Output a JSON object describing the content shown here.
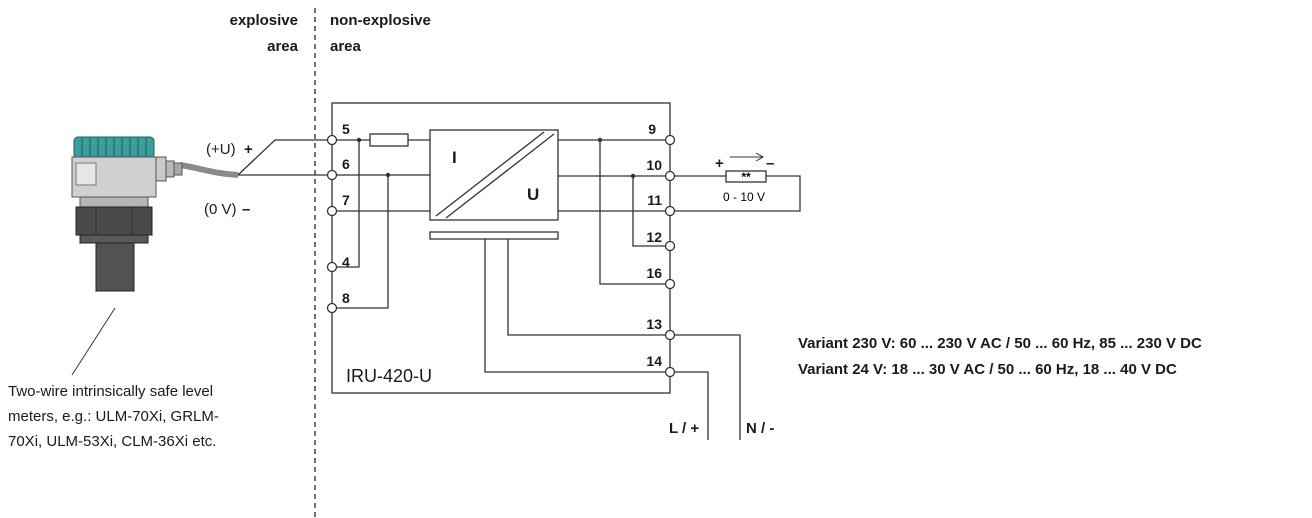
{
  "areas": {
    "explosive_1": "explosive",
    "explosive_2": "area",
    "nonexplosive_1": "non-explosive",
    "nonexplosive_2": "area"
  },
  "sensor": {
    "plus_prefix": "(+U)",
    "plus_sign": "+",
    "minus_prefix": "(0 V)",
    "minus_sign": "–",
    "note_lines": [
      "Two-wire intrinsically safe level",
      "meters, e.g.: ULM-70Xi, GRLM-",
      "70Xi, ULM-53Xi, CLM-36Xi etc."
    ],
    "colors": {
      "cap": "#3a9e9a",
      "body": "#c9c9c9",
      "dark": "#4a4a4a",
      "cable": "#8a8a8a"
    }
  },
  "device": {
    "name": "IRU-420-U",
    "converter_in": "I",
    "converter_out": "U",
    "terminals_left": [
      "5",
      "6",
      "7",
      "4",
      "8"
    ],
    "terminals_right": [
      "9",
      "10",
      "11",
      "12",
      "16",
      "13",
      "14"
    ]
  },
  "output": {
    "plus": "+",
    "minus": "–",
    "load": "**",
    "range": "0 - 10 V"
  },
  "supply": {
    "live": "L / +",
    "neutral": "N / -",
    "variant_230": "Variant 230 V: 60 ... 230 V AC / 50 ... 60 Hz, 85 ... 230 V DC",
    "variant_24": "Variant 24 V: 18 ... 30 V AC / 50 ... 60 Hz, 18 ... 40 V DC"
  }
}
